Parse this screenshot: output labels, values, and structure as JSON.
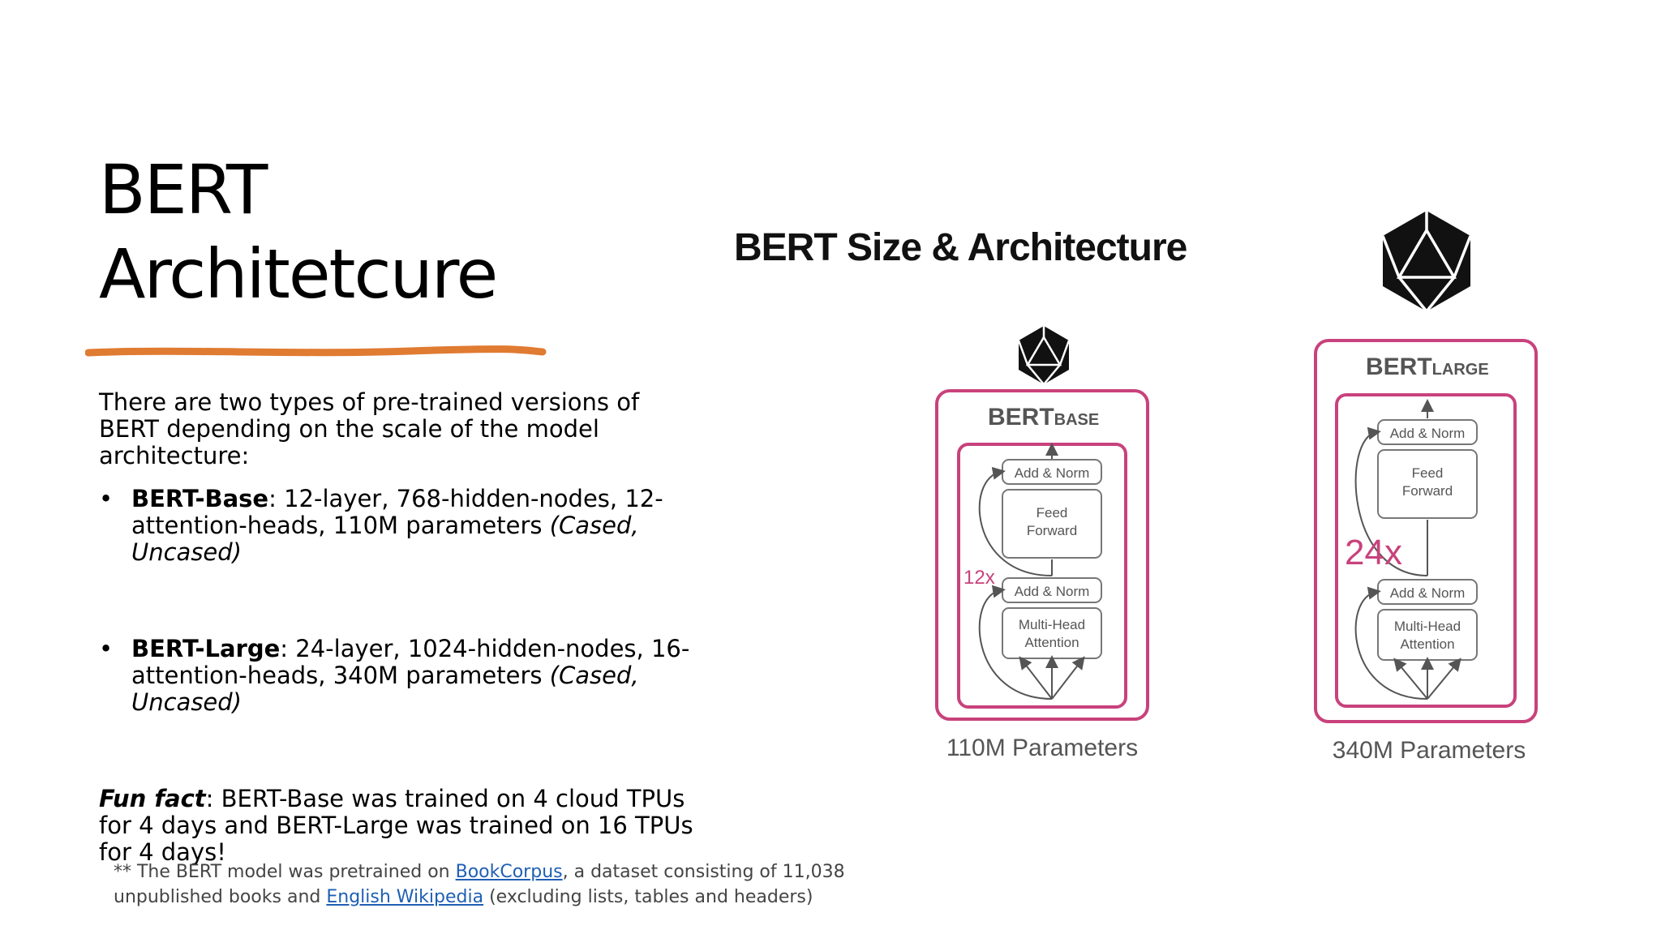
{
  "slide": {
    "title_line1": "BERT",
    "title_line2": "Architetcure",
    "intro": "There are two types of pre-trained versions of BERT depending on the scale of the model architecture:",
    "bullets": [
      {
        "name": "BERT-Base",
        "desc": ": 12-layer, 768-hidden-nodes, 12-attention-heads, 110M parameters ",
        "note": "(Cased, Uncased)"
      },
      {
        "name": "BERT-Large",
        "desc": ": 24-layer, 1024-hidden-nodes, 16-attention-heads, 340M parameters ",
        "note": "(Cased, Uncased)"
      }
    ],
    "fun_fact_label": "Fun fact",
    "fun_fact_text": ": BERT-Base was trained on 4 cloud TPUs for 4 days and BERT-Large was trained on 16 TPUs for 4 days!",
    "footnote": {
      "prefix": "** The BERT model was pretrained on ",
      "link1": "BookCorpus",
      "middle": ", a dataset consisting of 11,038 unpublished books and ",
      "link2": "English Wikipedia",
      "suffix": " (excluding lists, tables and headers)"
    }
  },
  "figure": {
    "title": "BERT Size & Architecture",
    "base": {
      "label_main": "BERT",
      "label_sub": "BASE",
      "repeat": "12x",
      "add_norm": "Add & Norm",
      "feed_forward_1": "Feed",
      "feed_forward_2": "Forward",
      "attention_1": "Multi-Head",
      "attention_2": "Attention",
      "params": "110M Parameters"
    },
    "large": {
      "label_main": "BERT",
      "label_sub": "LARGE",
      "repeat": "24x",
      "add_norm": "Add & Norm",
      "feed_forward_1": "Feed",
      "feed_forward_2": "Forward",
      "attention_1": "Multi-Head",
      "attention_2": "Attention",
      "params": "340M Parameters"
    },
    "colors": {
      "accent": "#e07b32",
      "frame": "#c8427c",
      "repeat_label": "#c8427c",
      "block_border": "#777777",
      "link": "#1f5fb5"
    }
  }
}
